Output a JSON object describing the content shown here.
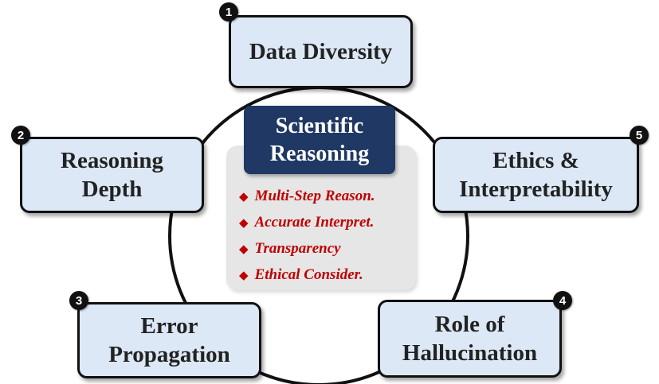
{
  "title": "Scientific\nReasoning",
  "boxes": [
    {
      "num": "1",
      "label": "Data Diversity"
    },
    {
      "num": "2",
      "label": "Reasoning\nDepth"
    },
    {
      "num": "3",
      "label": "Error\nPropagation"
    },
    {
      "num": "4",
      "label": "Role of\nHallucination"
    },
    {
      "num": "5",
      "label": "Ethics &\nInterpretability"
    }
  ],
  "bullets": [
    "Multi-Step Reason.",
    "Accurate Interpret.",
    "Transparency",
    "Ethical Consider."
  ],
  "bullet_symbol": "◆",
  "colors": {
    "box_fill": "#dce8f5",
    "title_fill": "#1f3864",
    "bullet_text": "#c00000",
    "panel_fill": "#e6e6e6"
  }
}
